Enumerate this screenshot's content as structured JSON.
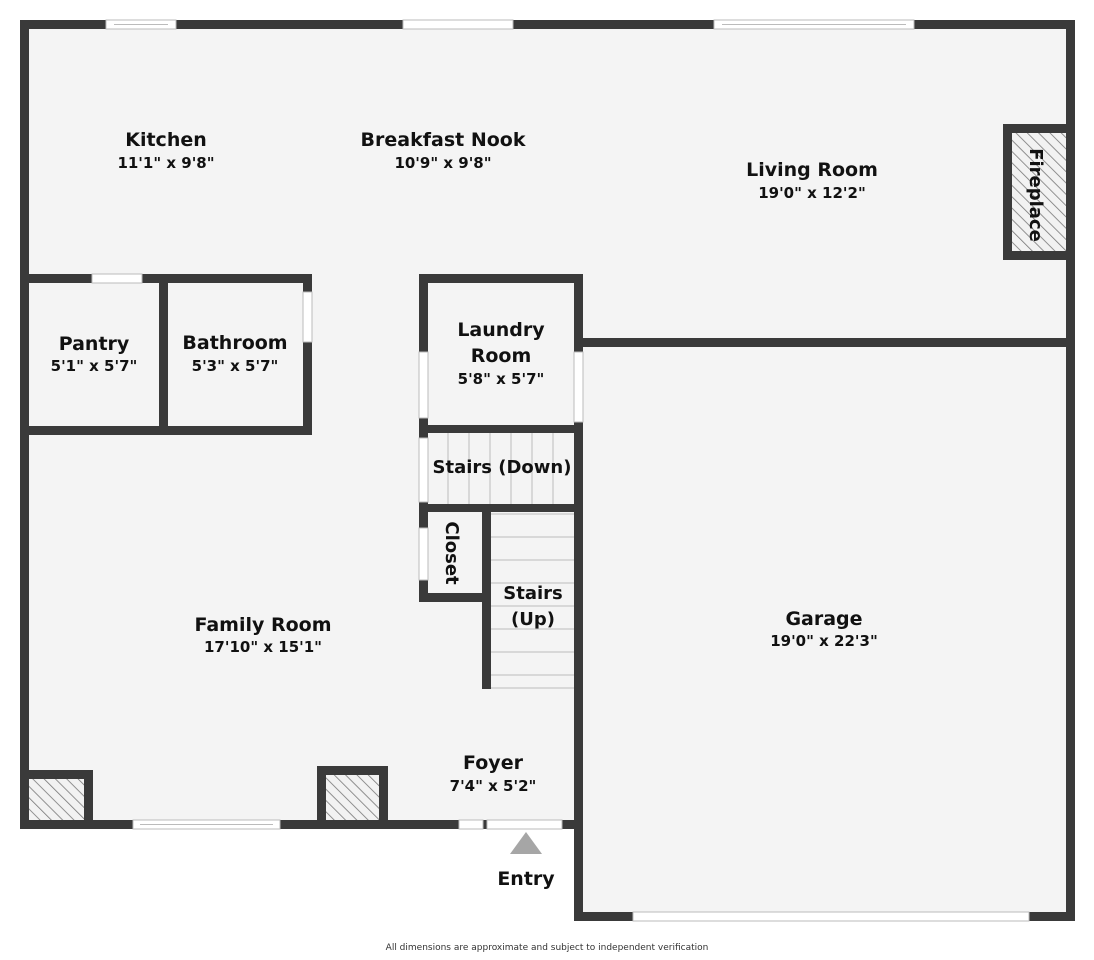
{
  "rooms": {
    "kitchen": {
      "name": "Kitchen",
      "dims": "11'1\" x 9'8\""
    },
    "breakfast_nook": {
      "name": "Breakfast Nook",
      "dims": "10'9\" x 9'8\""
    },
    "living_room": {
      "name": "Living Room",
      "dims": "19'0\" x 12'2\""
    },
    "pantry": {
      "name": "Pantry",
      "dims": "5'1\" x 5'7\""
    },
    "bathroom": {
      "name": "Bathroom",
      "dims": "5'3\" x 5'7\""
    },
    "laundry_room": {
      "name_line1": "Laundry",
      "name_line2": "Room",
      "dims": "5'8\" x 5'7\""
    },
    "family_room": {
      "name": "Family Room",
      "dims": "17'10\" x 15'1\""
    },
    "garage": {
      "name": "Garage",
      "dims": "19'0\" x 22'3\""
    },
    "foyer": {
      "name": "Foyer",
      "dims": "7'4\" x 5'2\""
    }
  },
  "features": {
    "stairs_down": "Stairs (Down)",
    "stairs_up_line1": "Stairs",
    "stairs_up_line2": "(Up)",
    "closet": "Closet",
    "fireplace": "Fireplace",
    "entry": "Entry"
  },
  "footer": {
    "disclaimer": "All dimensions are approximate and subject to independent verification"
  },
  "colors": {
    "wall": "#3a3a3a",
    "floor": "#f4f4f4",
    "window": "#ffffff",
    "entry_marker": "#a6a6a6"
  }
}
